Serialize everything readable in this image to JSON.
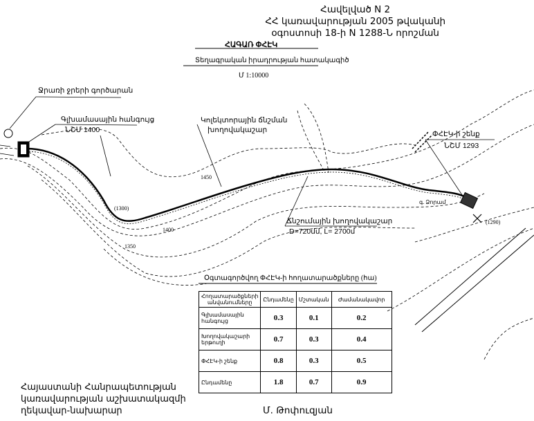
{
  "header": {
    "lines": [
      "Հավելված N 2",
      "ՀՀ կառավարության 2005 թվականի",
      "օգոստոսի 18-ի N 1288-Ն որոշման"
    ]
  },
  "map": {
    "title": "ՀԱԳԱՌ ՓՀԷԿ",
    "subtitle": "Տեղագրական իրադրության հատակագիծ",
    "scale": "Մ 1:10000",
    "labels": {
      "reservoir": "Ջրառի ջրերի գործարան",
      "headworks": "Գլխամասային հանգույց",
      "headworks_level": "ՆՇՄ 1400",
      "collector": "Կոլեկտորային ճնշման",
      "collector2": "խողովակաշար",
      "pipeline": "Ճնշումային խողովակաշար",
      "pipeline_spec": "D=720մմ, L= 2700մ",
      "station": "ՓՀԷԿ-ի շենք",
      "station_level": "ՆՇՄ 1293",
      "contour_1450": "1450",
      "contour_1400": "1400",
      "contour_1350": "1350",
      "mark_left": "(1300)",
      "mark_right": "(1290)",
      "road": "գ. Ձորամ"
    }
  },
  "table": {
    "title": "Օգտագործվող ՓՀԷԿ-ի հողատարածքները (հա)",
    "columns": [
      "Հողատարածքների անվանումները",
      "Ընդամենը",
      "Մշտական",
      "Ժամանակավոր"
    ],
    "rows": [
      [
        "Գլխամասային հանգույց",
        "0.3",
        "0.1",
        "0.2"
      ],
      [
        "Խողովակաշարի երթուղի",
        "0.7",
        "0.3",
        "0.4"
      ],
      [
        "ՓՀԷԿ-ի շենք",
        "0.8",
        "0.3",
        "0.5"
      ],
      [
        "Ընդամենը",
        "1.8",
        "0.7",
        "0.9"
      ]
    ]
  },
  "footer": {
    "lines": [
      "Հայաստանի Հանրապետության",
      "կառավարության աշխատակազմի",
      "ղեկավար-նախարար"
    ],
    "signature": "Մ. Թոփուզյան"
  }
}
